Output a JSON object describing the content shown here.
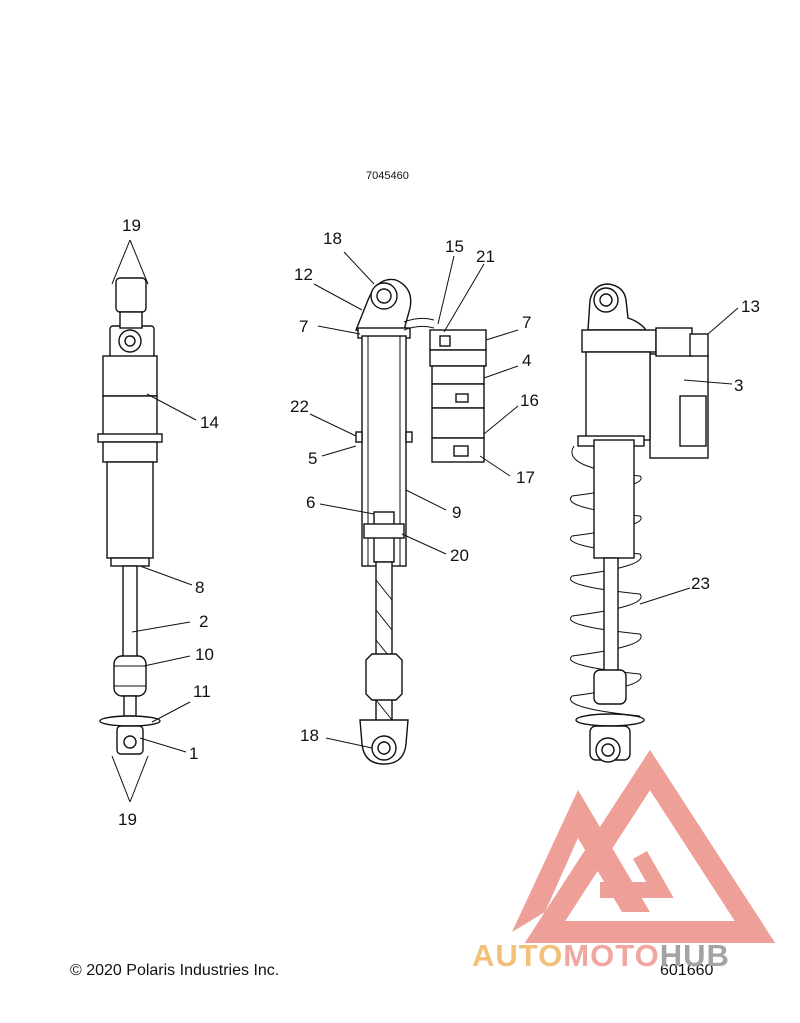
{
  "figure_id": "7045460",
  "copyright": "© 2020 Polaris Industries Inc.",
  "drawing_number": "601660",
  "watermark": {
    "part1": "AUTO",
    "part2": "MOTO",
    "part3": "HUB",
    "colors": {
      "auto": "#f3c07a",
      "moto": "#f0a7a2",
      "hub": "#a3a3a3",
      "logo": "#ec8f87"
    }
  },
  "callouts": {
    "c19a": "19",
    "c14": "14",
    "c8": "8",
    "c2": "2",
    "c10": "10",
    "c11": "11",
    "c1": "1",
    "c19b": "19",
    "c18a": "18",
    "c12": "12",
    "c7a": "7",
    "c22": "22",
    "c5": "5",
    "c6": "6",
    "c9": "9",
    "c20": "20",
    "c18b": "18",
    "c15": "15",
    "c21": "21",
    "c7b": "7",
    "c4": "4",
    "c16": "16",
    "c17": "17",
    "c13": "13",
    "c3": "3",
    "c23": "23"
  }
}
